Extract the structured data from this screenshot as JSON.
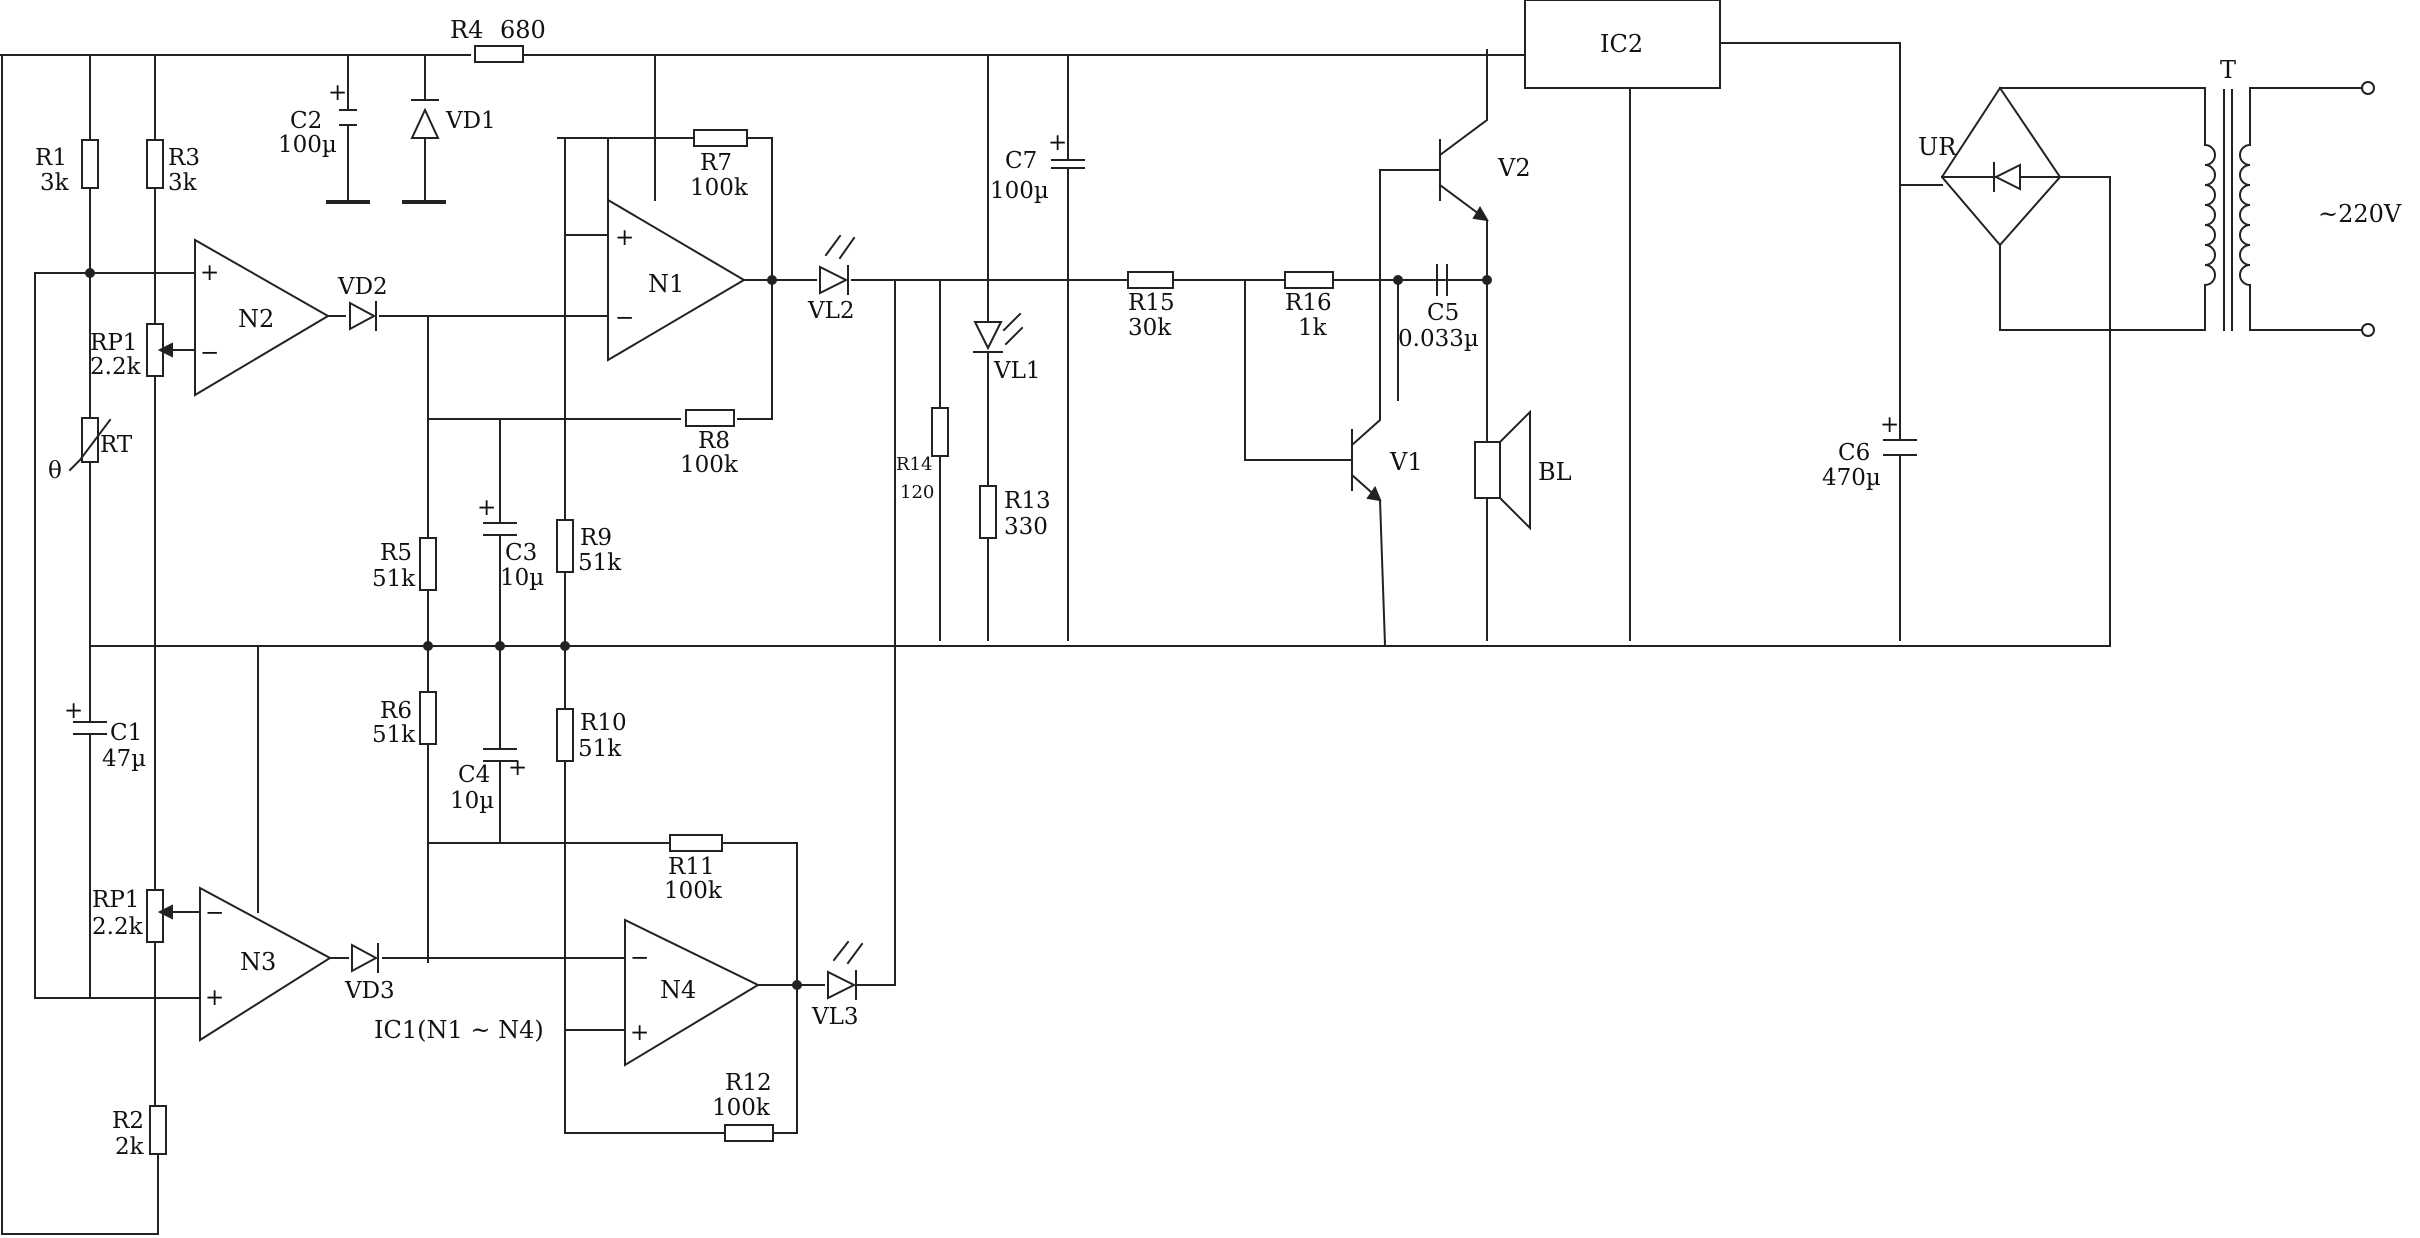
{
  "labels": {
    "r4": "R4",
    "r4_val": "680",
    "ic2": "IC2",
    "t": "T",
    "ur": "UR",
    "mains": "~220V",
    "c2": "C2",
    "c2_val": "100µ",
    "vd1": "VD1",
    "r1": "R1",
    "r1_val": "3k",
    "r3": "R3",
    "r3_val": "3k",
    "r7": "R7",
    "r7_val": "100k",
    "n1": "N1",
    "n2": "N2",
    "vd2": "VD2",
    "rp1_top": "RP1",
    "rp1_top_val": "2.2k",
    "rt": "RT",
    "theta": "θ",
    "r8": "R8",
    "r8_val": "100k",
    "c7": "C7",
    "c7_val": "100µ",
    "vl1": "VL1",
    "vl2": "VL2",
    "r14": "R14",
    "r14_val": "120",
    "r13": "R13",
    "r13_val": "330",
    "r15": "R15",
    "r15_val": "30k",
    "r16": "R16",
    "r16_val": "1k",
    "c5": "C5",
    "c5_val": "0.033µ",
    "v1": "V1",
    "v2": "V2",
    "bl": "BL",
    "c6": "C6",
    "c6_val": "470µ",
    "r5": "R5",
    "r5_val": "51k",
    "c3": "C3",
    "c3_val": "10µ",
    "r9": "R9",
    "r9_val": "51k",
    "r6": "R6",
    "r6_val": "51k",
    "r10": "R10",
    "r10_val": "51k",
    "c4": "C4",
    "c4_val": "10µ",
    "c1": "C1",
    "c1_val": "47µ",
    "r11": "R11",
    "r11_val": "100k",
    "rp1_bot": "RP1",
    "rp1_bot_val": "2.2k",
    "n3": "N3",
    "vd3": "VD3",
    "n4": "N4",
    "vl3": "VL3",
    "ic1": "IC1(N1 ~ N4)",
    "r12": "R12",
    "r12_val": "100k",
    "r2": "R2",
    "r2_val": "2k",
    "plus": "+",
    "minus": "−"
  }
}
